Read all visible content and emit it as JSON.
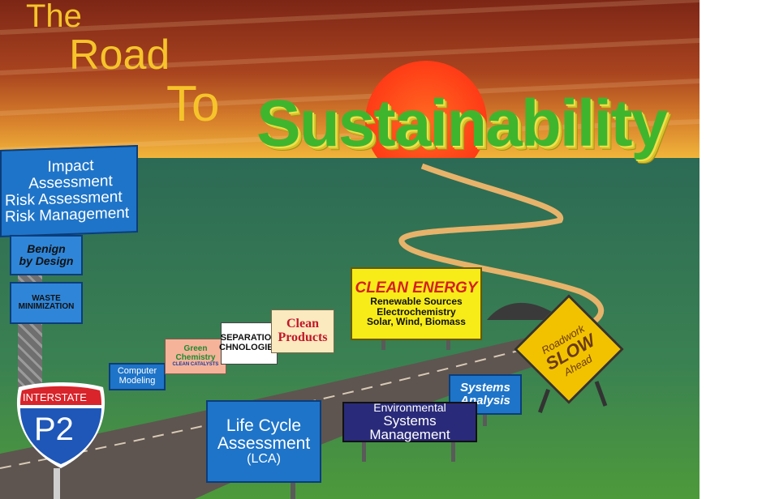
{
  "title": {
    "line1": "The",
    "line2": "Road",
    "line3": "To",
    "headline": "Sustainability"
  },
  "signs": {
    "impact": [
      "Impact Assessment",
      "Risk Assessment",
      "Risk Management"
    ],
    "benign": [
      "Benign",
      "by Design"
    ],
    "waste": [
      "WASTE",
      "MINIMIZATION"
    ],
    "computer": [
      "Computer",
      "Modeling"
    ],
    "green": [
      "Green",
      "Chemistry",
      "CLEAN CATALYSTS"
    ],
    "separation": [
      "SEPARATION",
      "CHNOLOGIES"
    ],
    "clean_products": [
      "Clean",
      "Products"
    ],
    "clean_energy": {
      "heading": "CLEAN ENERGY",
      "lines": [
        "Renewable Sources",
        "Electrochemistry",
        "Solar, Wind, Biomass"
      ]
    },
    "lca": [
      "Life Cycle",
      "Assessment",
      "(LCA)"
    ],
    "env": [
      "Environmental",
      "Systems Management"
    ],
    "systems": [
      "Systems",
      "Analysis"
    ],
    "roadwork": [
      "Roadwork",
      "SLOW",
      "Ahead"
    ],
    "interstate": {
      "top": "INTERSTATE",
      "main": "P2"
    }
  },
  "colors": {
    "sky_top": "#8a2e1a",
    "sky_horizon": "#f0b23a",
    "sun": "#ff5a1e",
    "field": "#2f6f52",
    "road": "#5e5550",
    "headline_green": "#3fb52e",
    "title_yellow": "#f6c42a",
    "sign_blue": "#1e74c8",
    "sign_yellow": "#f7ec18",
    "diamond_yellow": "#f2c200"
  }
}
